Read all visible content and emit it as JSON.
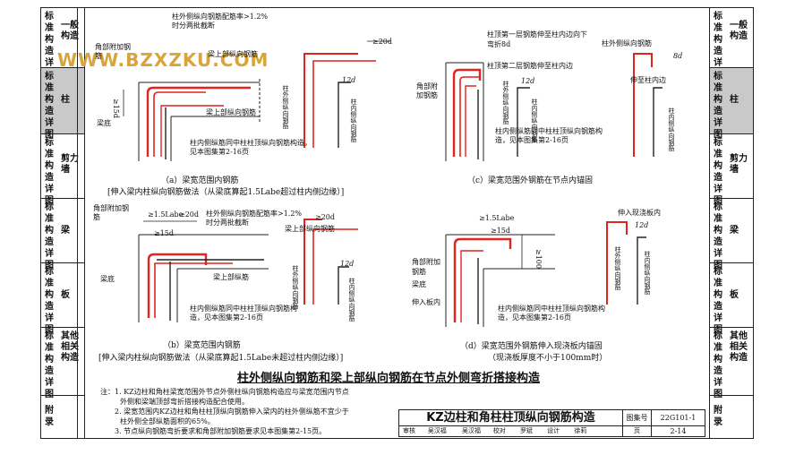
{
  "watermark": "WWW.BZXZKU.COM",
  "left_tabs": [
    {
      "main": "标准构造详图",
      "sub": "一般构造",
      "active": false
    },
    {
      "main": "标准构造详图",
      "sub": "柱",
      "active": true
    },
    {
      "main": "标准构造详图",
      "sub": "剪力墙",
      "active": false
    },
    {
      "main": "标准构造详图",
      "sub": "梁",
      "active": false
    },
    {
      "main": "标准构造详图",
      "sub": "板",
      "active": false
    },
    {
      "main": "标准构造详图",
      "sub": "其他相关构造",
      "active": false
    },
    {
      "main": "附录",
      "sub": "",
      "active": false
    }
  ],
  "right_tabs": [
    {
      "main": "标准构造详图",
      "sub": "一般构造",
      "active": false
    },
    {
      "main": "标准构造详图",
      "sub": "柱",
      "active": true
    },
    {
      "main": "标准构造详图",
      "sub": "剪力墙",
      "active": false
    },
    {
      "main": "标准构造详图",
      "sub": "梁",
      "active": false
    },
    {
      "main": "标准构造详图",
      "sub": "板",
      "active": false
    },
    {
      "main": "标准构造详图",
      "sub": "其他相关构造",
      "active": false
    },
    {
      "main": "附录",
      "sub": "",
      "active": false
    }
  ],
  "diagram_a": {
    "caption": "（a）梁宽范围内钢筋",
    "subcaption": "[伸入梁内柱纵向钢筋做法（从梁底算起1.5Labe超过柱内侧边缘）]",
    "labels": {
      "corner_bar": "角部附加钢筋",
      "ratio_note": "柱外侧纵向钢筋配筋率>1.2%时分两批截断",
      "d20": "≥20d",
      "beam_top": "梁上部纵向钢筋",
      "d15": "≥15d",
      "beam_bottom": "梁底",
      "bar12d": "12d",
      "column_inner": "柱内侧纵筋同中柱柱顶纵向钢筋构造，见本图集第2-16页",
      "col_outer_vertical": "柱外侧纵向钢筋",
      "col_inner_vertical": "柱内侧纵向钢筋"
    }
  },
  "diagram_b": {
    "caption": "（b）梁宽范围内钢筋",
    "subcaption": "[伸入梁内柱纵向钢筋做法（从梁底算起1.5Labe未超过柱内侧边缘）]",
    "labels": {
      "corner_bar": "角部附加钢筋",
      "l15": "≥1.5Labe",
      "d20": "≥20d",
      "ratio_note": "柱外侧纵向钢筋配筋率>1.2%时分两批截断",
      "d15": "≥15d",
      "beam_bottom": "梁底",
      "beam_top": "梁上部纵筋",
      "d20b": "≥20d",
      "bar12d": "12d",
      "beam_top_r": "梁上部纵向钢筋",
      "column_inner": "柱内侧纵筋同中柱柱顶纵向钢筋构造，见本图集第2-16页",
      "col_outer_vertical": "柱外侧纵向钢筋",
      "col_inner_vertical": "柱内侧纵向钢筋"
    }
  },
  "diagram_c": {
    "caption": "（c）梁宽范围外钢筋在节点内锚固",
    "labels": {
      "top_first": "柱顶第一层钢筋伸至柱内边向下弯折8d",
      "top_second": "柱顶第二层钢筋伸至柱内边",
      "corner_bar": "角部附加钢筋",
      "bar12d": "12d",
      "column_inner": "柱内侧纵筋同中柱柱顶纵向钢筋构造，见本图集第2-16页",
      "col_outer_vertical": "柱外侧纵向钢筋",
      "col_inner_vertical": "柱内侧纵向钢筋",
      "extend_inner": "伸至柱内边",
      "d8": "8d"
    }
  },
  "diagram_d": {
    "caption": "（d）梁宽范围外钢筋伸入现浇板内锚固",
    "subcaption": "（现浇板厚度不小于100mm时）",
    "labels": {
      "l15": "≥1.5Labe",
      "d15": "≥15d",
      "corner_bar": "角部附加钢筋",
      "h100": "≥100",
      "beam_bottom": "梁底",
      "into_slab": "伸入板内",
      "column_inner": "柱内侧纵筋同中柱柱顶纵向钢筋构造，见本图集第2-16页",
      "into_slab_r": "伸入现浇板内",
      "bar12d": "12d",
      "col_outer_vertical": "柱外侧纵向钢筋",
      "col_inner_vertical": "柱内侧纵向钢筋"
    }
  },
  "main_heading": "柱外侧纵向钢筋和梁上部纵向钢筋在节点外侧弯折搭接构造",
  "notes": [
    "注：1. KZ边柱和角柱梁宽范围外节点外侧柱纵向钢筋构造应与梁宽范围内节点",
    "外侧和梁端顶部弯折搭接构造配合使用。",
    "2. 梁宽范围内KZ边柱和角柱柱顶纵向钢筋伸入梁内的柱外侧纵筋不宜少于",
    "柱外侧全部纵筋面积的65%。",
    "3. 节点纵向钢筋弯折要求和角部附加钢筋要求见本图集第2-15页。"
  ],
  "title_block": {
    "title": "KZ边柱和角柱柱顶纵向钢筋构造",
    "atlas_label": "图集号",
    "atlas_no": "22G101-1",
    "review_label": "审核",
    "reviewer": "吴汉福",
    "check_label": "校对",
    "checker": "罗斌",
    "design_label": "设计",
    "designer": "徐莉",
    "page_label": "页",
    "page_no": "2-14"
  },
  "colors": {
    "rebar": "#e0241f",
    "concrete_line": "#222222",
    "active_tab": "#c9c9c9",
    "watermark": "#d8a53a"
  }
}
